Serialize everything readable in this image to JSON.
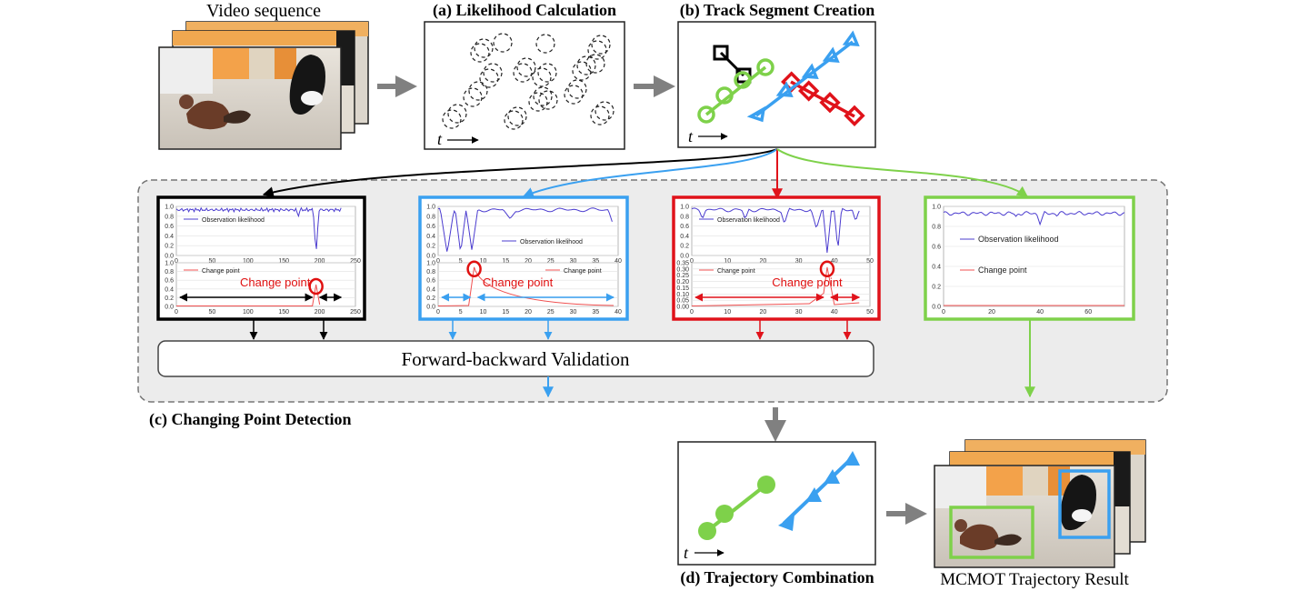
{
  "labels": {
    "video_sequence": "Video sequence",
    "likelihood": "(a) Likelihood Calculation",
    "track_segment": "(b) Track Segment Creation",
    "changing_point": "(c) Changing Point Detection",
    "trajectory_combination": "(d) Trajectory Combination",
    "mcmot_result": "MCMOT Trajectory Result",
    "forward_backward": "Forward-backward Validation",
    "t_label": "t"
  },
  "colors": {
    "black": "#000000",
    "blue": "#3aa0f0",
    "red": "#e0121a",
    "green": "#7ed14a",
    "gray_arrow": "#808080",
    "panel_bg": "#ececec",
    "likelihood_line": "#4b3ccf",
    "change_line": "#f05050",
    "annotation_red": "#e01010"
  },
  "plots": [
    {
      "id": "black",
      "likelihood_legend": "Observation likelihood",
      "change_legend": "Change point",
      "annotation": "Change point",
      "top_yticks": [
        "1.0",
        "0.8",
        "0.6",
        "0.4",
        "0.2",
        "0.0"
      ],
      "bottom_yticks": [
        "1.0",
        "0.8",
        "0.6",
        "0.4",
        "0.2",
        "0.0"
      ],
      "xticks": [
        "0",
        "50",
        "100",
        "150",
        "200",
        "250"
      ],
      "xmax": 250,
      "segment_end": 230,
      "change_at": 195
    },
    {
      "id": "blue",
      "likelihood_legend": "Observation likelihood",
      "change_legend": "Change point",
      "annotation": "Change point",
      "top_yticks": [
        "1.0",
        "0.8",
        "0.6",
        "0.4",
        "0.2",
        "0.0"
      ],
      "bottom_yticks": [
        "1.0",
        "0.8",
        "0.6",
        "0.4",
        "0.2",
        "0.0"
      ],
      "xticks": [
        "0",
        "5",
        "10",
        "15",
        "20",
        "25",
        "30",
        "35",
        "40"
      ],
      "xmax": 40,
      "segment_end": 39,
      "change_at": 8
    },
    {
      "id": "red",
      "likelihood_legend": "Observation likelihood",
      "change_legend": "Change point",
      "annotation": "Change point",
      "top_yticks": [
        "1.0",
        "0.8",
        "0.6",
        "0.4",
        "0.2",
        "0.0"
      ],
      "bottom_yticks": [
        "0.35",
        "0.30",
        "0.25",
        "0.20",
        "0.15",
        "0.10",
        "0.05",
        "0.00"
      ],
      "xticks": [
        "0",
        "10",
        "20",
        "30",
        "40",
        "50"
      ],
      "xmax": 50,
      "segment_end": 47,
      "change_at": 38
    },
    {
      "id": "green",
      "likelihood_legend": "Observation likelihood",
      "change_legend": "Change point",
      "top_yticks": [
        "1.0",
        "0.8",
        "0.6",
        "0.4",
        "0.2",
        "0.0"
      ],
      "xticks": [
        "0",
        "20",
        "40",
        "60"
      ],
      "xmax": 75,
      "segment_end": 75
    }
  ]
}
